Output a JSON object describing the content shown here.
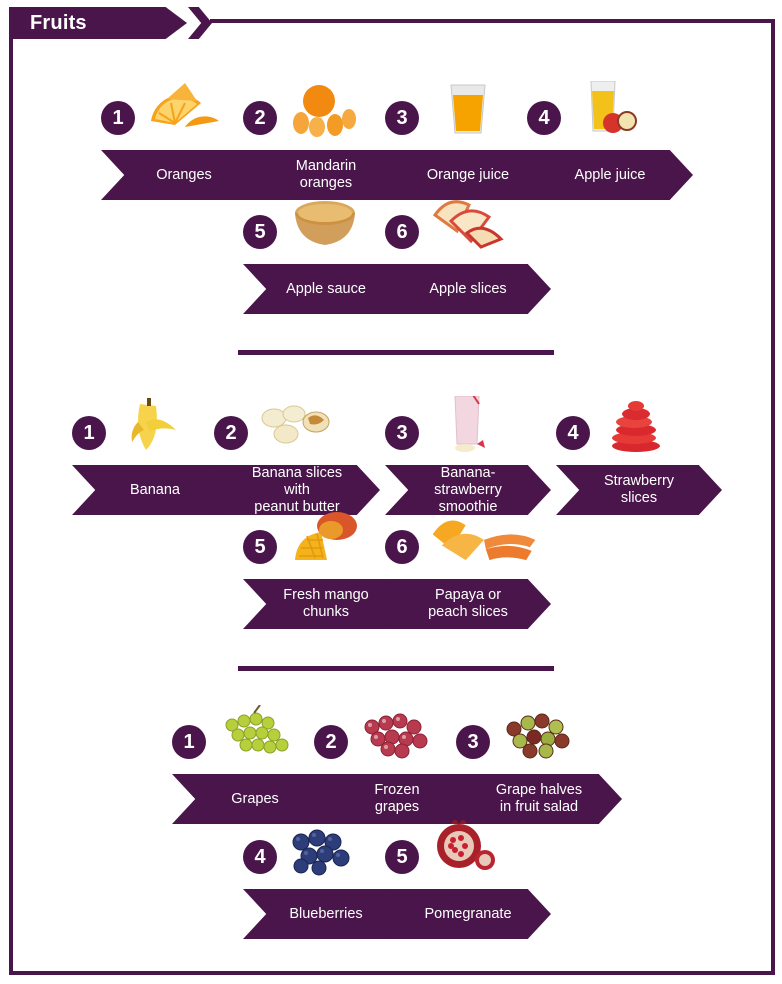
{
  "header": {
    "title": "Fruits"
  },
  "groups": [
    {
      "items": [
        {
          "number": "1",
          "label": "Oranges",
          "icon": "orange-slices-icon"
        },
        {
          "number": "2",
          "label": "Mandarin\noranges",
          "icon": "mandarin-icon"
        },
        {
          "number": "3",
          "label": "Orange juice",
          "icon": "orange-juice-icon"
        },
        {
          "number": "4",
          "label": "Apple juice",
          "icon": "apple-juice-icon"
        },
        {
          "number": "5",
          "label": "Apple sauce",
          "icon": "apple-sauce-icon"
        },
        {
          "number": "6",
          "label": "Apple slices",
          "icon": "apple-slices-icon"
        }
      ]
    },
    {
      "items": [
        {
          "number": "1",
          "label": "Banana",
          "icon": "banana-icon"
        },
        {
          "number": "2",
          "label": "Banana slices with\npeanut butter",
          "icon": "banana-peanut-butter-icon"
        },
        {
          "number": "3",
          "label": "Banana-strawberry\nsmoothie",
          "icon": "smoothie-icon"
        },
        {
          "number": "4",
          "label": "Strawberry\nslices",
          "icon": "strawberry-slices-icon"
        },
        {
          "number": "5",
          "label": "Fresh mango\nchunks",
          "icon": "mango-icon"
        },
        {
          "number": "6",
          "label": "Papaya or\npeach slices",
          "icon": "papaya-peach-icon"
        }
      ]
    },
    {
      "items": [
        {
          "number": "1",
          "label": "Grapes",
          "icon": "grapes-icon"
        },
        {
          "number": "2",
          "label": "Frozen\ngrapes",
          "icon": "frozen-grapes-icon"
        },
        {
          "number": "3",
          "label": "Grape halves\nin fruit salad",
          "icon": "grape-halves-icon"
        },
        {
          "number": "4",
          "label": "Blueberries",
          "icon": "blueberries-icon"
        },
        {
          "number": "5",
          "label": "Pomegranate",
          "icon": "pomegranate-icon"
        }
      ]
    }
  ],
  "colors": {
    "brand": "#4a154b",
    "text_on_brand": "#ffffff"
  }
}
